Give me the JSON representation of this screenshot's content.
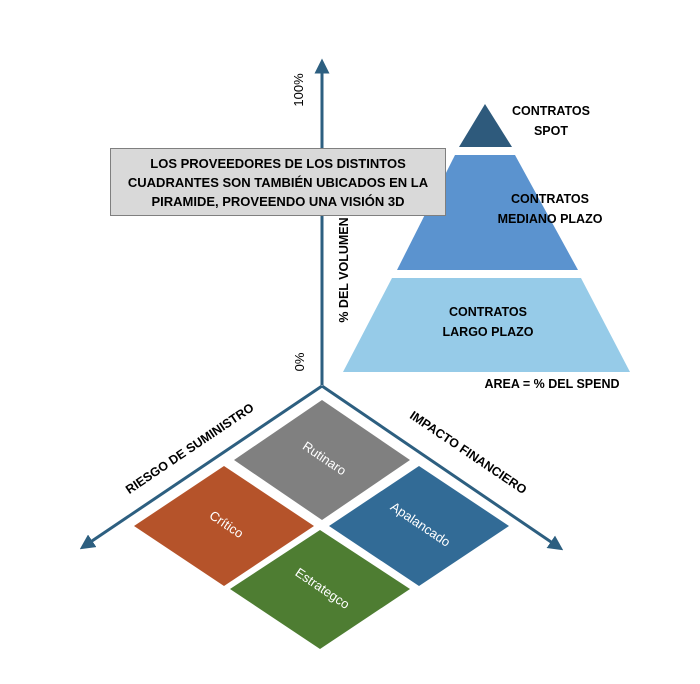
{
  "axes": {
    "volume_label": "% DEL VOLUMEN",
    "volume_top_tick": "100%",
    "volume_zero_tick": "0%",
    "supply_risk_label": "RIESGO DE SUMINISTRO",
    "financial_impact_label": "IMPACTO FINANCIERO"
  },
  "callout": {
    "line1": "LOS PROVEEDORES DE LOS  DISTINTOS",
    "line2": "CUADRANTES SON TAMBIÉN UBICADOS EN LA",
    "line3": "PIRAMIDE, PROVEENDO UNA VISIÓN 3D"
  },
  "pyramid": {
    "top": {
      "line1": "CONTRATOS",
      "line2": "SPOT",
      "color": "#2e5a7c"
    },
    "middle": {
      "line1": "CONTRATOS",
      "line2": "MEDIANO PLAZO",
      "color": "#5b93cf"
    },
    "bottom": {
      "line1": "CONTRATOS",
      "line2": "LARGO PLAZO",
      "color": "#96cbe8"
    },
    "caption": "AREA = % DEL SPEND"
  },
  "quadrants": {
    "routine": {
      "label": "Rutinaro",
      "color": "#808080"
    },
    "critical": {
      "label": "Crítico",
      "color": "#b5532a"
    },
    "leverage": {
      "label": "Apalancado",
      "color": "#326b96"
    },
    "strategic": {
      "label": "Estrategco",
      "color": "#4e7d32"
    }
  },
  "colors": {
    "axis": "#2d5f80"
  }
}
